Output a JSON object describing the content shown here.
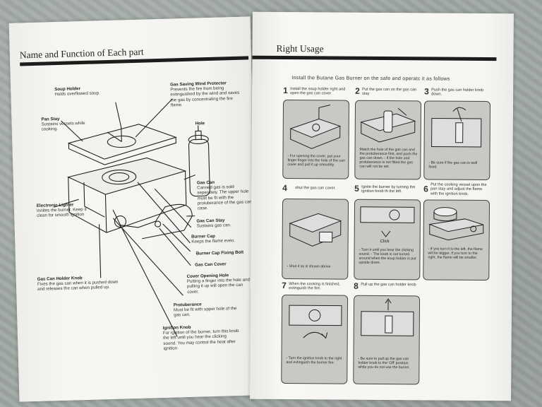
{
  "left_page": {
    "title": "Name and Function of Each part",
    "labels": {
      "soup_holder": {
        "name": "Soup Holder",
        "desc": "Holds overflowed soup."
      },
      "wind_protector": {
        "name": "Gas Saving Wind Protector",
        "desc": "Prevents the fire from being extinguished by the wind and saves the gas by concentrating the fire flame."
      },
      "pan_stay": {
        "name": "Pan Stay",
        "desc": "Sustains vessels while cooking."
      },
      "hole": {
        "name": "Hole",
        "desc": ""
      },
      "electronic_lighter": {
        "name": "Electronic Lighter",
        "desc": "Innites the burner. Keep it clean for smooth ignition"
      },
      "gas_can": {
        "name": "Gas Can",
        "desc": "Canned gas is sold seperately. The upper hole must be fit with the protuberance of the gas can case."
      },
      "gas_can_stay": {
        "name": "Gas Can Stay",
        "desc": "Sustains gas can."
      },
      "burner_cap": {
        "name": "Burner Cap",
        "desc": "Keeps the flame even."
      },
      "burner_cap_bolt": {
        "name": "Burner Cap Fixing Bolt",
        "desc": ""
      },
      "gas_can_cover": {
        "name": "Gas Can Cover",
        "desc": ""
      },
      "holder_knob": {
        "name": "Gas Can Holder Knob",
        "desc": "Fixes the gas can when it is pushed down and releases the can when pulled up."
      },
      "cover_hole": {
        "name": "Cover Opening Hole",
        "desc": "Putting a finger into the hole and pulling it up will open the can cover."
      },
      "protuberance": {
        "name": "Protuberance",
        "desc": "Must be fit with upper hole of the gas can."
      },
      "ignition_knob": {
        "name": "Ignition Knob",
        "desc": "For ignition of the burner, turn this knob the left until you hear the clicking sound. You may control the heat after ignition"
      }
    }
  },
  "right_page": {
    "title": "Right Usage",
    "intro": "Install the Butane Gas Burner on the safe and operatc it as follows",
    "steps": [
      {
        "num": "1",
        "text": "Install the soup holder right and open the gas can cover",
        "note": "- For opening the cover, put your finger finger into the hole of the can cover and pull it up smoothly."
      },
      {
        "num": "2",
        "text": "Put the gas can on the gas can stay",
        "note": "Match the hole of the gas can and the protuberance first, and push the gas can down. - If the hole and protuberance is not fitted the gas can will not be set."
      },
      {
        "num": "3",
        "text": "Push the gas can holder knob down.",
        "note": "- Be sure if the gas can is well fixed."
      },
      {
        "num": "4",
        "text": "shut the gas can cover.",
        "note": "- Shut it as is shown above"
      },
      {
        "num": "5",
        "text": "Ignite the burner by turning the ignition knob th the left.",
        "note": "- Turn it until you hear the clicking sound. - The knob is not turned around when the soup holder is put upside down."
      },
      {
        "num": "6",
        "text": "Put the cooking vessel upon the pan stay and adjust the flame with the ignition knob.",
        "note": "- If you turn it to the left, the flame will be bigger, if you turn to the right, the flame will be smaller."
      },
      {
        "num": "7",
        "text": "When the cooking is finished, extinguish the fire.",
        "note": "- Turn the ignition knob to the right and extinguish the burner fire."
      },
      {
        "num": "8",
        "text": "Pull up the gas can holder knob",
        "note": "- Be sure to pull up the gas can holder knob to the 'Off' position while you do not use the burner."
      }
    ]
  }
}
